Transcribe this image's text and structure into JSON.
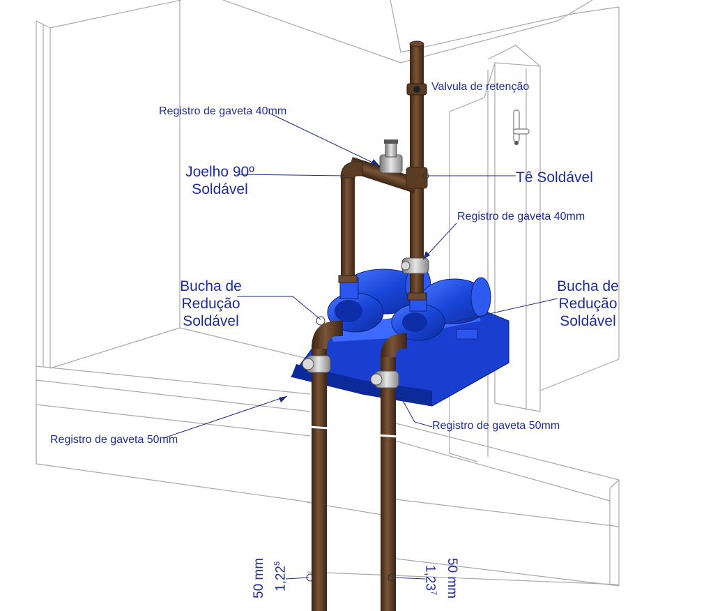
{
  "labels": {
    "check_valve": "Valvula de retenção",
    "gate_valve_top": "Registro de gaveta 40mm",
    "elbow_line1": "Joelho 90º",
    "elbow_line2": "Soldável",
    "tee": "Tê Soldável",
    "gate_valve_right": "Registro de gaveta 40mm",
    "bushing_left_1": "Bucha de",
    "bushing_left_2": "Redução",
    "bushing_left_3": "Soldável",
    "bushing_right_1": "Bucha de",
    "bushing_right_2": "Redução",
    "bushing_right_3": "Soldável",
    "gate_valve_left_bottom": "Registro de gaveta 50mm",
    "gate_valve_right_bottom": "Registro de gaveta 50mm"
  },
  "dimensions": {
    "left_size": "50 mm",
    "left_height": "1,22",
    "left_height_sup": "5",
    "right_size": "50 mm",
    "right_height": "1,23",
    "right_height_sup": "7"
  },
  "colors": {
    "pipe": "#5a3b24",
    "pump": "#1f4fe0",
    "label": "#1f2d9a",
    "wall_line": "#9a9a9a"
  }
}
